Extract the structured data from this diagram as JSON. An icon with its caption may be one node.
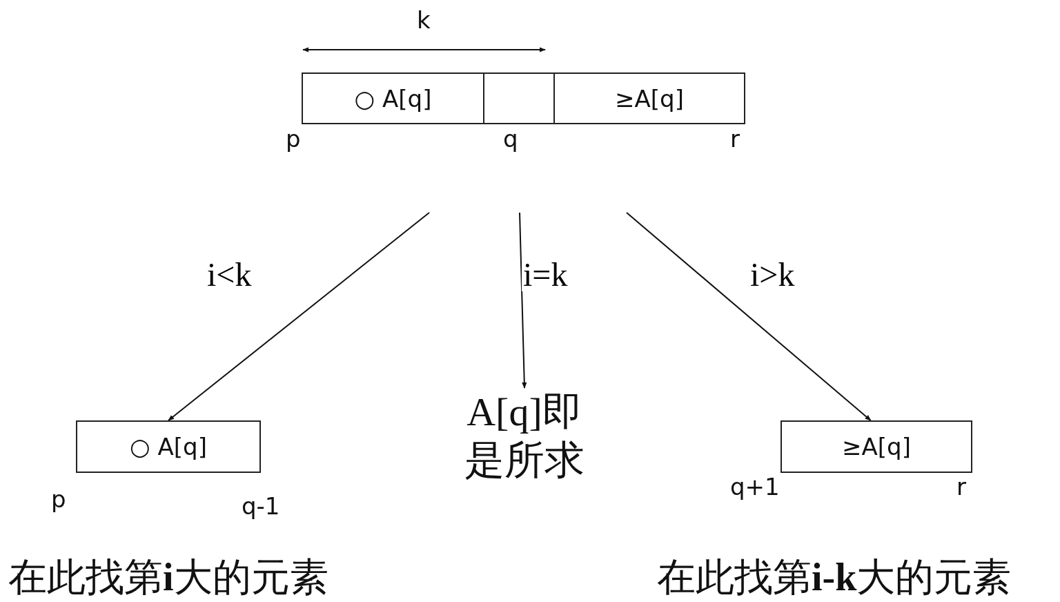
{
  "diagram": {
    "nodes": [
      {
        "text": [
          "**○** A[q]"
        ]
      },
      {
        "text": [],
        "shape": "box"
      },
      {
        "text": [
          "≥A[q]"
        ]
      },
      {
        "text": [
          "**○** A[q]"
        ]
      },
      {
        "text": [
          "A[q]即是所求"
        ]
      },
      {
        "text": [
          "≥A[q]"
        ]
      }
    ],
    "edges": [
      {
        "from": null,
        "to": 3,
        "arrow": "to",
        "label": "i<k"
      },
      {
        "from": null,
        "to": 4,
        "arrow": "to",
        "label": "i=k"
      },
      {
        "from": null,
        "to": 5,
        "arrow": "to",
        "label": "i>k"
      }
    ],
    "labels": [
      "k",
      "p",
      "q",
      "r",
      "p",
      "q-1",
      "q+1",
      "r",
      "在此找第**i**大的元素",
      "在此找第**i-k**大的元素"
    ]
  }
}
